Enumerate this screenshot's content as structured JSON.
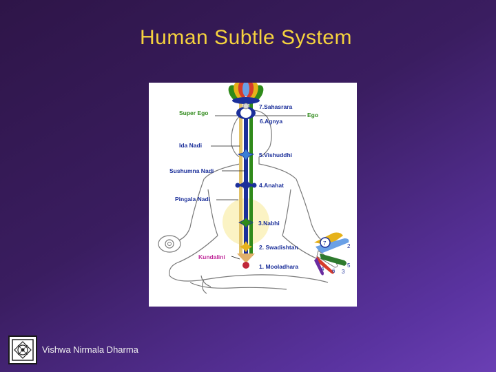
{
  "slide": {
    "title": "Human Subtle System",
    "footer_text": "Vishwa Nirmala Dharma"
  },
  "diagram": {
    "labels": {
      "super_ego": "Super Ego",
      "ego": "Ego",
      "ida_nadi": "Ida Nadi",
      "sushumna_nadi": "Sushumna Nadi",
      "pingala_nadi": "Pingala Nadi",
      "kundalini": "Kundalini"
    },
    "chakras": [
      {
        "label": "7.Sahasrara"
      },
      {
        "label": "6.Agnya"
      },
      {
        "label": "5.Vishuddhi"
      },
      {
        "label": "4.Anahat"
      },
      {
        "label": "3.Nabhi"
      },
      {
        "label": "2. Swadishtan"
      },
      {
        "label": "1. Mooladhara"
      }
    ],
    "hand_numbers": [
      "7",
      "2",
      "4",
      "6",
      "3",
      "5"
    ]
  },
  "colors": {
    "title": "#f6d33e",
    "label_blue": "#1b2f9a",
    "super_ego_green": "#2f8a1a",
    "kundalini_magenta": "#c02a9a"
  }
}
